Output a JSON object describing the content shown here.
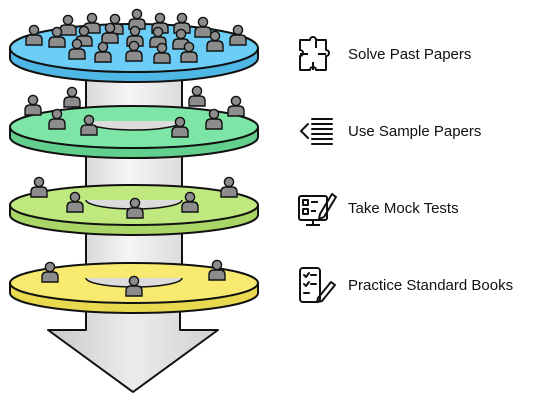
{
  "diagram": {
    "type": "funnel-strategy",
    "colors": {
      "tier1": "#6ccdf6",
      "tier2": "#7de6a6",
      "tier3": "#bfe87f",
      "tier4": "#f7ea6e",
      "stem": "#ececec",
      "arrow": "#d6d6d6",
      "person": "#8c8c8c",
      "outline": "#111111"
    },
    "steps": [
      {
        "label": "Solve Past Papers",
        "icon": "puzzle-icon"
      },
      {
        "label": "Use Sample Papers",
        "icon": "list-icon"
      },
      {
        "label": "Take Mock Tests",
        "icon": "dashboard-icon"
      },
      {
        "label": "Practice Standard Books",
        "icon": "checklist-pen-icon"
      }
    ]
  }
}
